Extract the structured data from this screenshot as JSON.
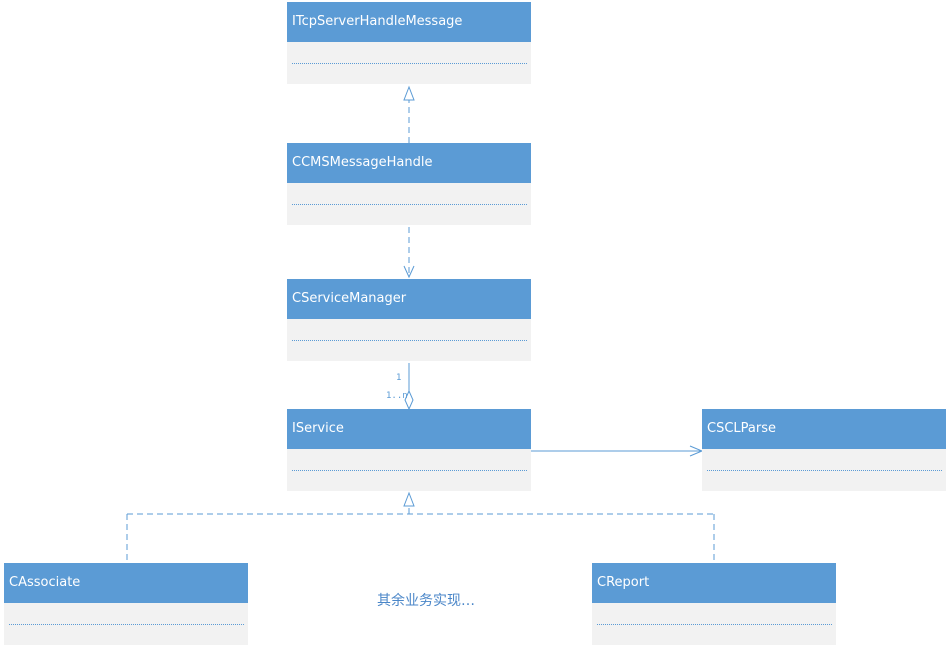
{
  "classes": {
    "itcp": {
      "name": "ITcpServerHandleMessage"
    },
    "ccms": {
      "name": "CCMSMessageHandle"
    },
    "cservice_manager": {
      "name": "CServiceManager"
    },
    "iservice": {
      "name": "IService"
    },
    "cscl_parse": {
      "name": "CSCLParse"
    },
    "cassociate": {
      "name": "CAssociate"
    },
    "creport": {
      "name": "CReport"
    }
  },
  "multiplicity": {
    "manager_end": "1",
    "service_end": "1..n"
  },
  "note": "其余业务实现…",
  "colors": {
    "header_fill": "#5b9bd5",
    "body_fill": "#f2f2f2",
    "line": "#5b9bd5",
    "note_text": "#4a86c8"
  }
}
